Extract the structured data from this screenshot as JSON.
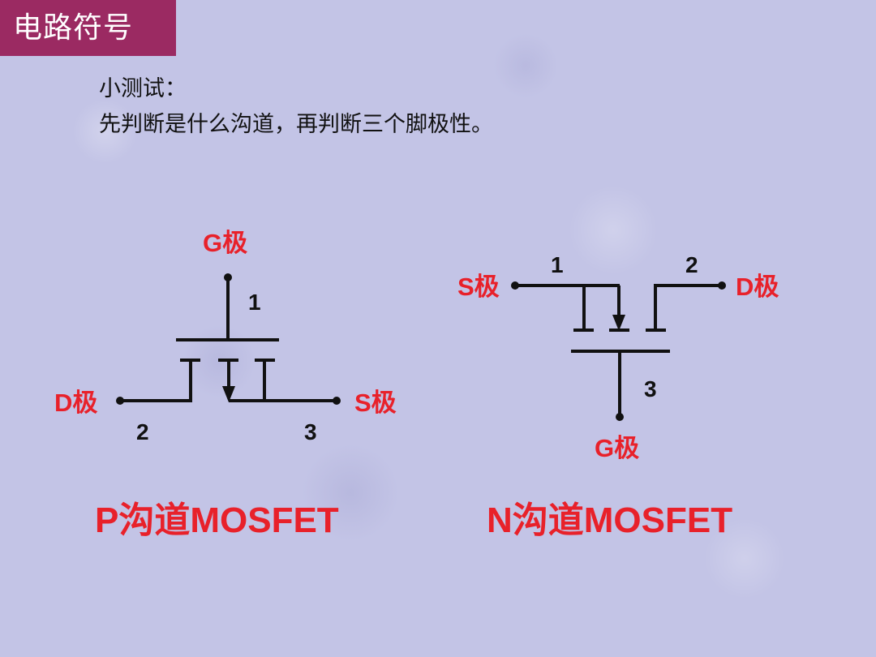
{
  "slide": {
    "title": "电路符号",
    "intro_line1": "小测试：",
    "intro_line2": "先判断是什么沟道，再判断三个脚极性。"
  },
  "colors": {
    "title_bar_bg": "#9b2a62",
    "label_red": "#e8212a",
    "background": "#c3c4e6"
  },
  "p_channel": {
    "caption": "P沟道MOSFET",
    "gate_label": "G极",
    "drain_label": "D极",
    "source_label": "S极",
    "gate_pin": "1",
    "drain_pin": "2",
    "source_pin": "3",
    "arrow_direction": "away-from-channel"
  },
  "n_channel": {
    "caption": "N沟道MOSFET",
    "source_label": "S极",
    "drain_label": "D极",
    "gate_label": "G极",
    "source_pin": "1",
    "drain_pin": "2",
    "gate_pin": "3",
    "arrow_direction": "toward-channel"
  }
}
